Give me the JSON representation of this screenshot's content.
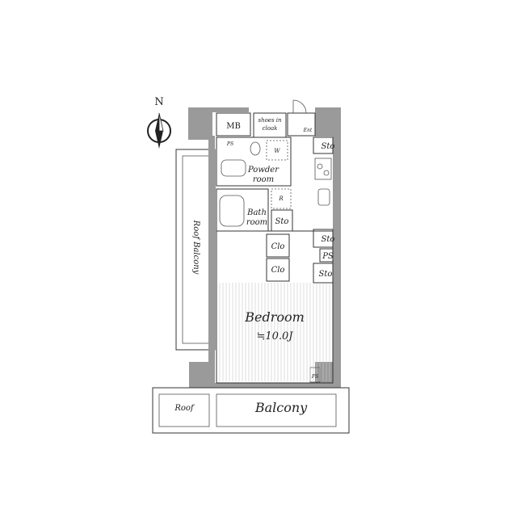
{
  "compass": {
    "north_label": "N"
  },
  "rooms": {
    "mb": "MB",
    "shoes_line1": "shoes in",
    "shoes_line2": "cloak",
    "ent": "Ent",
    "ps_small": "PS",
    "w": "W",
    "powder_line1": "Powder",
    "powder_line2": "room",
    "r": "R",
    "bath_line1": "Bath",
    "bath_line2": "room",
    "sto_bath": "Sto",
    "sto_top": "Sto",
    "sto_mid": "Sto",
    "ps_right": "PS",
    "sto_bottom": "Sto",
    "clo_1": "Clo",
    "clo_2": "Clo",
    "bedroom": "Bedroom",
    "bedroom_size": "≒10.0J",
    "roof_balcony": "Roof Balcony",
    "roof": "Roof",
    "balcony": "Balcony",
    "fs": "FS"
  }
}
